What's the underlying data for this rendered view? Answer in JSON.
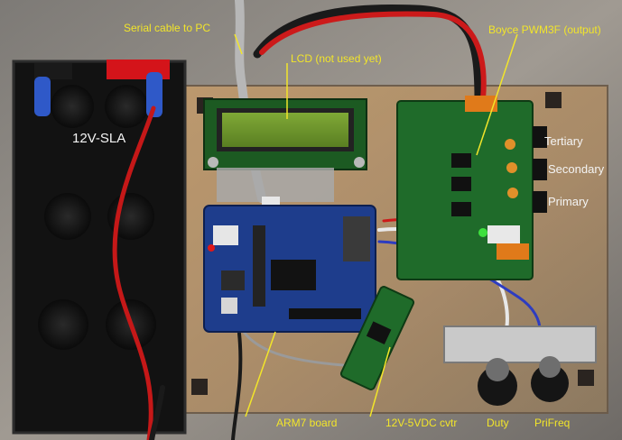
{
  "labels": {
    "serial": "Serial cable to PC",
    "lcd": "LCD (not used yet)",
    "boyce": "Boyce PWM3F (output)",
    "battery": "12V-SLA",
    "tertiary": "Tertiary",
    "secondary": "Secondary",
    "primary": "Primary",
    "arm": "ARM7 board",
    "converter": "12V-5VDC cvtr",
    "duty": "Duty",
    "prifreq": "PriFreq"
  },
  "colors": {
    "annotation": "#f2e52a",
    "pcb_green": "#1f6b2a",
    "arm_blue": "#1e3d8c",
    "lcd_green": "#6f9a2a",
    "battery": "#151515"
  }
}
